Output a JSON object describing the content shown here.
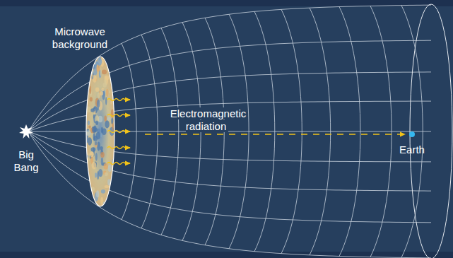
{
  "diagram": {
    "labels": [
      "Microwave background",
      "Electromagnetic radiation",
      "Big Bang",
      "Earth"
    ]
  }
}
